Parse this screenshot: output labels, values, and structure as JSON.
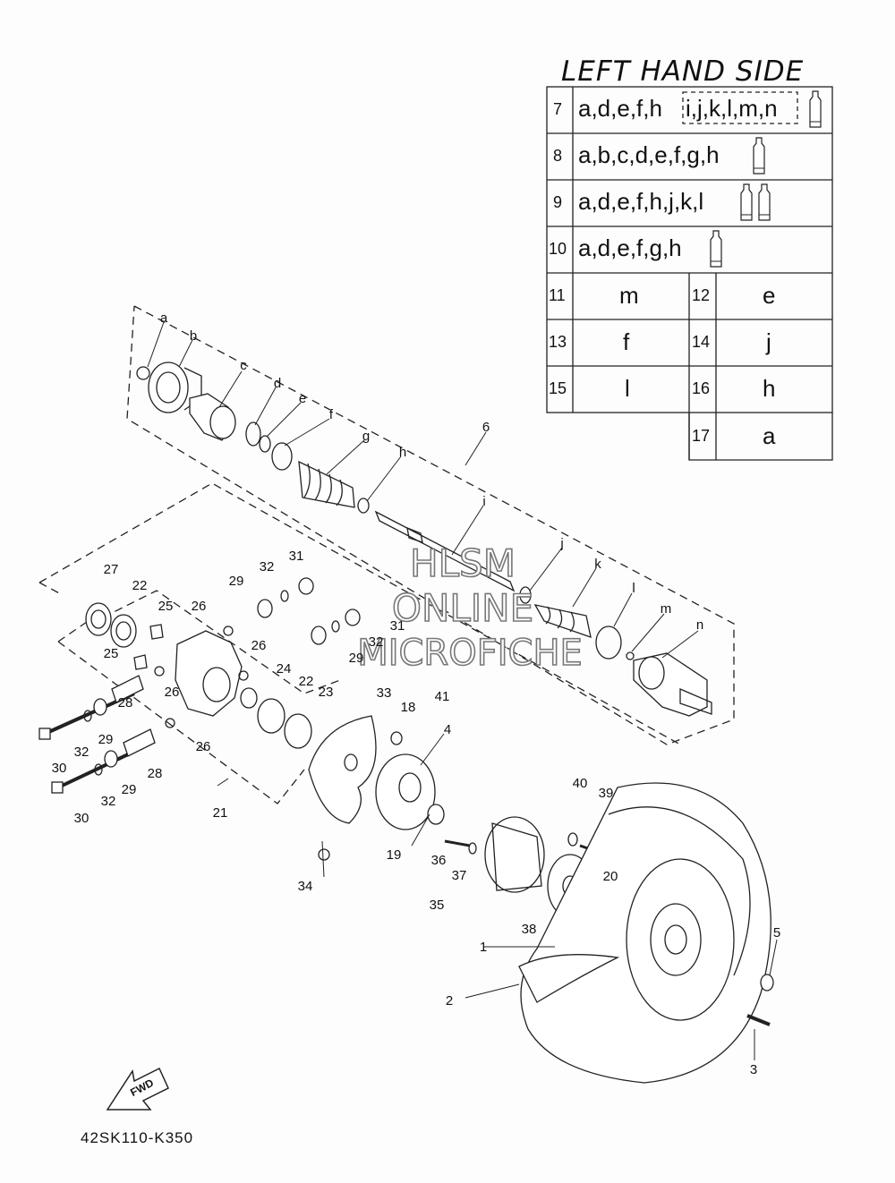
{
  "title": "LEFT HAND SIDE",
  "legend_rows": [
    {
      "num": "7",
      "codes": "a,d,e,f,h",
      "boxed": "i,j,k,l,m,n",
      "tubes": 1
    },
    {
      "num": "8",
      "codes": "a,b,c,d,e,f,g,h",
      "tubes": 1
    },
    {
      "num": "9",
      "codes": "a,d,e,f,h,j,k,l",
      "tubes": 2
    },
    {
      "num": "10",
      "codes": "a,d,e,f,g,h",
      "tubes": 1
    }
  ],
  "legend_pairs": [
    {
      "left_num": "11",
      "left_code": "m",
      "right_num": "12",
      "right_code": "e"
    },
    {
      "left_num": "13",
      "left_code": "f",
      "right_num": "14",
      "right_code": "j"
    },
    {
      "left_num": "15",
      "left_code": "l",
      "right_num": "16",
      "right_code": "h"
    },
    {
      "right_num": "17",
      "right_code": "a"
    }
  ],
  "watermark": [
    "HLSM",
    "ONLINE",
    "MICROFICHE"
  ],
  "fwd_label": "FWD",
  "footer_code": "42SK110-K350",
  "callouts": [
    {
      "id": "a",
      "text": "a"
    },
    {
      "id": "b",
      "text": "b"
    },
    {
      "id": "c",
      "text": "c"
    },
    {
      "id": "d",
      "text": "d"
    },
    {
      "id": "e",
      "text": "e"
    },
    {
      "id": "f",
      "text": "f"
    },
    {
      "id": "g",
      "text": "g"
    },
    {
      "id": "h",
      "text": "h"
    },
    {
      "id": "i",
      "text": "i"
    },
    {
      "id": "j",
      "text": "j"
    },
    {
      "id": "k",
      "text": "k"
    },
    {
      "id": "l",
      "text": "l"
    },
    {
      "id": "m",
      "text": "m"
    },
    {
      "id": "n",
      "text": "n"
    },
    {
      "id": "6",
      "text": "6"
    },
    {
      "id": "27",
      "text": "27"
    },
    {
      "id": "22a",
      "text": "22"
    },
    {
      "id": "25a",
      "text": "25"
    },
    {
      "id": "25b",
      "text": "25"
    },
    {
      "id": "26a",
      "text": "26"
    },
    {
      "id": "29a",
      "text": "29"
    },
    {
      "id": "32a",
      "text": "32"
    },
    {
      "id": "31a",
      "text": "31"
    },
    {
      "id": "31b",
      "text": "31"
    },
    {
      "id": "32b",
      "text": "32"
    },
    {
      "id": "29b",
      "text": "29"
    },
    {
      "id": "26b",
      "text": "26"
    },
    {
      "id": "24",
      "text": "24"
    },
    {
      "id": "22b",
      "text": "22"
    },
    {
      "id": "23",
      "text": "23"
    },
    {
      "id": "26c",
      "text": "26"
    },
    {
      "id": "26d",
      "text": "26"
    },
    {
      "id": "28a",
      "text": "28"
    },
    {
      "id": "28b",
      "text": "28"
    },
    {
      "id": "32c",
      "text": "32"
    },
    {
      "id": "29c",
      "text": "29"
    },
    {
      "id": "30a",
      "text": "30"
    },
    {
      "id": "30b",
      "text": "30"
    },
    {
      "id": "32d",
      "text": "32"
    },
    {
      "id": "29d",
      "text": "29"
    },
    {
      "id": "21",
      "text": "21"
    },
    {
      "id": "33",
      "text": "33"
    },
    {
      "id": "18",
      "text": "18"
    },
    {
      "id": "41",
      "text": "41"
    },
    {
      "id": "4",
      "text": "4"
    },
    {
      "id": "19",
      "text": "19"
    },
    {
      "id": "34",
      "text": "34"
    },
    {
      "id": "36",
      "text": "36"
    },
    {
      "id": "37",
      "text": "37"
    },
    {
      "id": "35",
      "text": "35"
    },
    {
      "id": "40",
      "text": "40"
    },
    {
      "id": "39",
      "text": "39"
    },
    {
      "id": "20",
      "text": "20"
    },
    {
      "id": "38",
      "text": "38"
    },
    {
      "id": "1",
      "text": "1"
    },
    {
      "id": "2",
      "text": "2"
    },
    {
      "id": "5",
      "text": "5"
    },
    {
      "id": "3",
      "text": "3"
    }
  ]
}
